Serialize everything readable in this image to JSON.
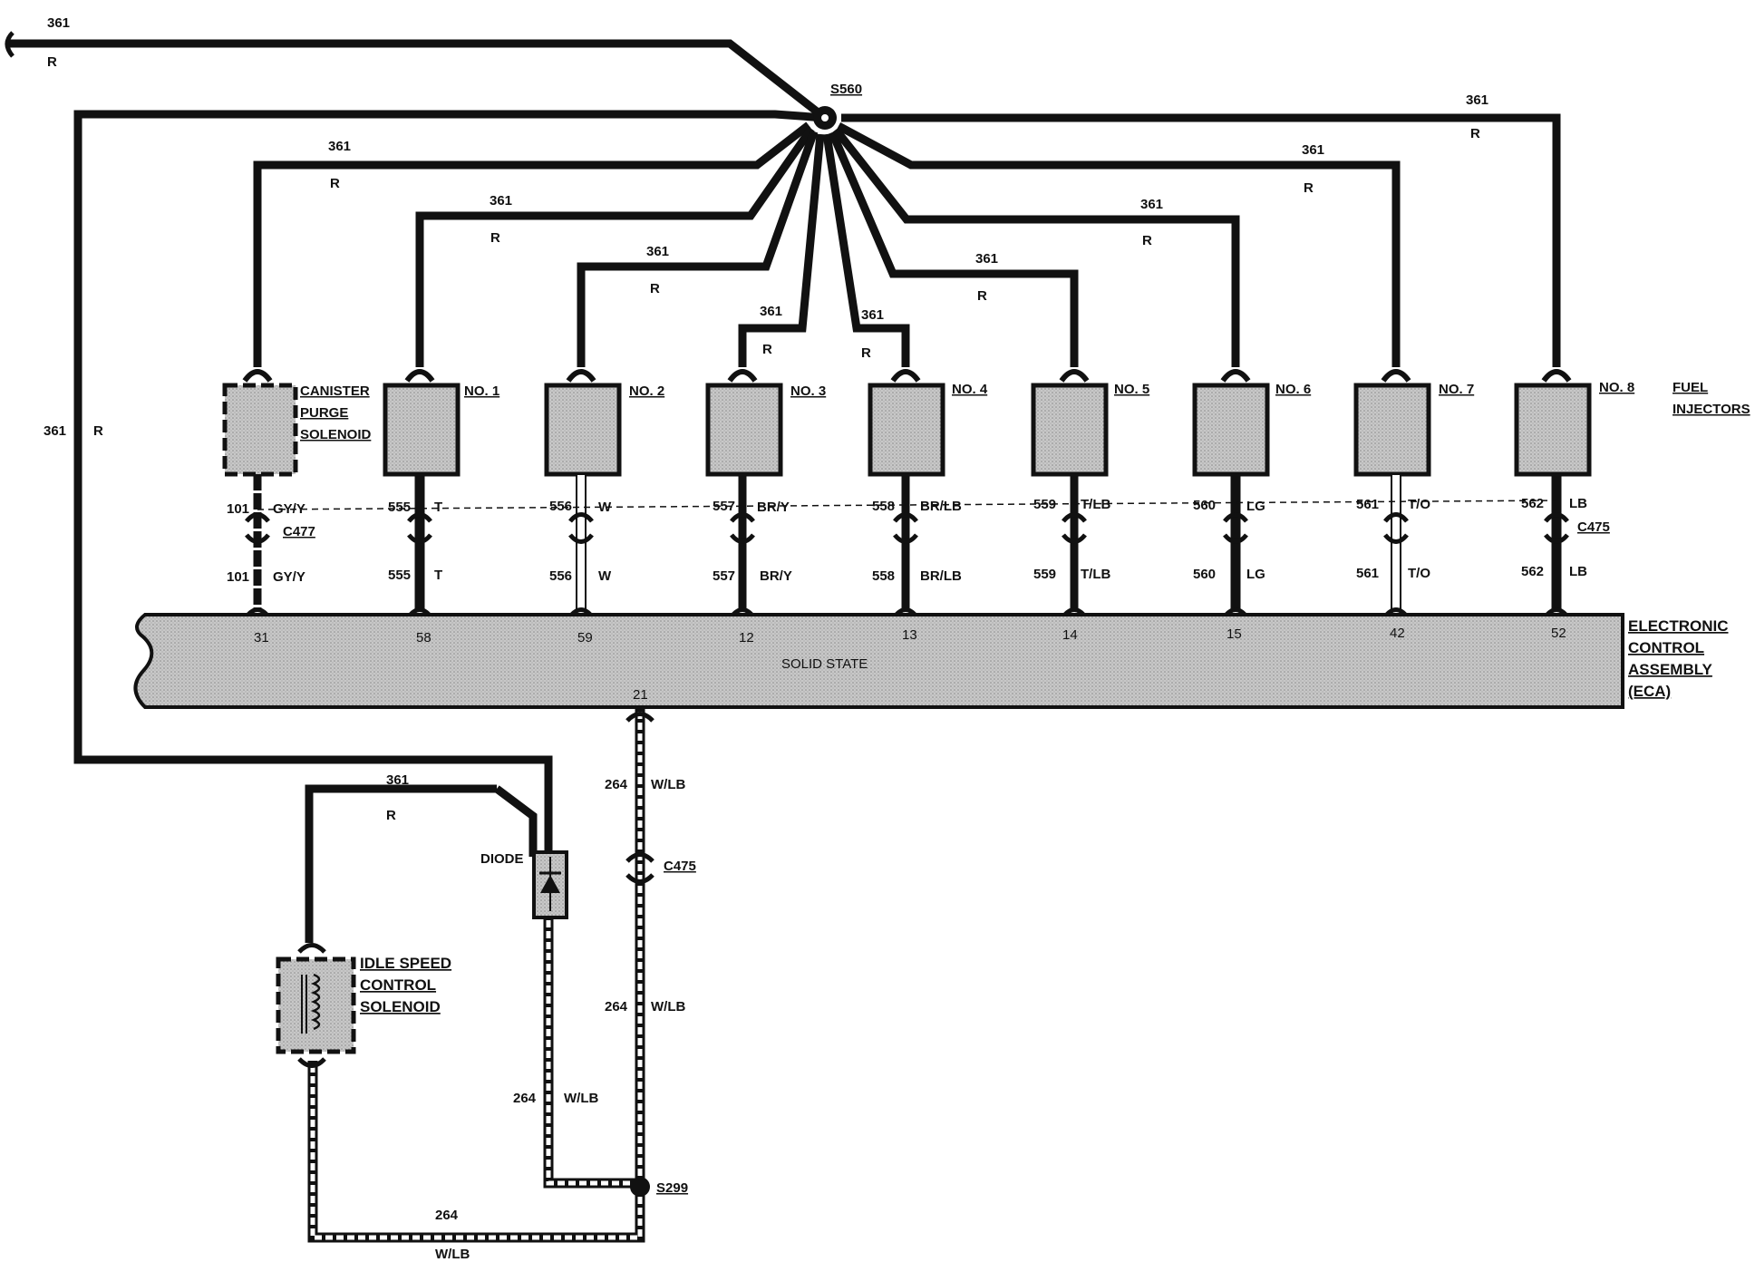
{
  "wires": {
    "circuit_361": "361",
    "color_r": "R",
    "circuit_101": "101",
    "color_101": "GY/Y",
    "circuit_555": "555",
    "color_555": "T",
    "circuit_556": "556",
    "color_556": "W",
    "circuit_557": "557",
    "color_557": "BR/Y",
    "circuit_558": "558",
    "color_558": "BR/LB",
    "circuit_559": "559",
    "color_559": "T/LB",
    "circuit_560": "560",
    "color_560": "LG",
    "circuit_561": "561",
    "color_561": "T/O",
    "circuit_562": "562",
    "color_562": "LB",
    "circuit_264": "264",
    "color_264": "W/LB"
  },
  "splices": {
    "s560": "S560",
    "s299": "S299"
  },
  "connectors": {
    "c477": "C477",
    "c475_top": "C475",
    "c475_bottom": "C475"
  },
  "components": {
    "canister_line1": "CANISTER",
    "canister_line2": "PURGE",
    "canister_line3": "SOLENOID",
    "no1": "NO. 1",
    "no2": "NO. 2",
    "no3": "NO. 3",
    "no4": "NO. 4",
    "no5": "NO. 5",
    "no6": "NO. 6",
    "no7": "NO. 7",
    "no8": "NO. 8",
    "fuel_line1": "FUEL",
    "fuel_line2": "INJECTORS",
    "diode": "DIODE",
    "isc_line1": "IDLE SPEED",
    "isc_line2": "CONTROL",
    "isc_line3": "SOLENOID",
    "eca_line1": "ELECTRONIC",
    "eca_line2": "CONTROL",
    "eca_line3": "ASSEMBLY",
    "eca_line4": "(ECA)",
    "solid_state": "SOLID STATE"
  },
  "eca_pins": {
    "p31": "31",
    "p58": "58",
    "p59": "59",
    "p12": "12",
    "p13": "13",
    "p14": "14",
    "p15": "15",
    "p42": "42",
    "p52": "52",
    "p21": "21"
  },
  "colors": {
    "wire": "#111111",
    "component_fill": "#bdbdbd",
    "eca_fill": "#c9c9c9"
  }
}
